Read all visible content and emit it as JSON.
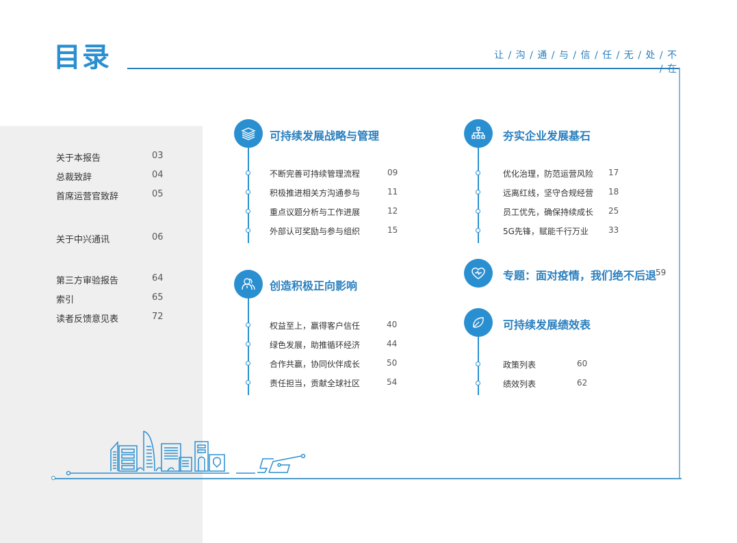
{
  "header": {
    "title": "目录",
    "tagline": "让 / 沟 / 通 / 与 / 信 / 任 / 无 / 处 / 不 / 在"
  },
  "left_list": [
    {
      "label": "关于本报告",
      "page": "03"
    },
    {
      "label": "总裁致辞",
      "page": "04"
    },
    {
      "label": "首席运营官致辞",
      "page": "05"
    },
    {
      "label": "关于中兴通讯",
      "page": "06"
    },
    {
      "label": "第三方审验报告",
      "page": "64"
    },
    {
      "label": "索引",
      "page": "65"
    },
    {
      "label": "读者反馈意见表",
      "page": "72"
    }
  ],
  "sections": [
    {
      "title": "可持续发展战略与管理",
      "icon": "stack-icon",
      "items": [
        {
          "label": "不断完善可持续管理流程",
          "page": "09"
        },
        {
          "label": "积极推进相关方沟通参与",
          "page": "11"
        },
        {
          "label": "重点议题分析与工作进展",
          "page": "12"
        },
        {
          "label": "外部认可奖励与参与组织",
          "page": "15"
        }
      ]
    },
    {
      "title": "创造积极正向影响",
      "icon": "people-icon",
      "items": [
        {
          "label": "权益至上，赢得客户信任",
          "page": "40"
        },
        {
          "label": "绿色发展，助推循环经济",
          "page": "44"
        },
        {
          "label": "合作共赢，协同伙伴成长",
          "page": "50"
        },
        {
          "label": "责任担当，贡献全球社区",
          "page": "54"
        }
      ]
    },
    {
      "title": "夯实企业发展基石",
      "icon": "org-chart-icon",
      "items": [
        {
          "label": "优化治理，防范运营风险",
          "page": "17"
        },
        {
          "label": "远离红线，坚守合规经营",
          "page": "18"
        },
        {
          "label": "员工优先，确保持续成长",
          "page": "25"
        },
        {
          "label": "5G先锋，赋能千行万业",
          "page": "33"
        }
      ]
    },
    {
      "title": "专题：面对疫情，我们绝不后退",
      "icon": "heart-pulse-icon",
      "page": "59"
    },
    {
      "title": "可持续发展绩效表",
      "icon": "leaf-icon",
      "items": [
        {
          "label": "政策列表",
          "page": "60"
        },
        {
          "label": "绩效列表",
          "page": "62"
        }
      ]
    }
  ],
  "colors": {
    "accent": "#2a8fd0",
    "title_blue": "#2a7fbf",
    "panel_gray": "#efefef",
    "text": "#333333"
  }
}
